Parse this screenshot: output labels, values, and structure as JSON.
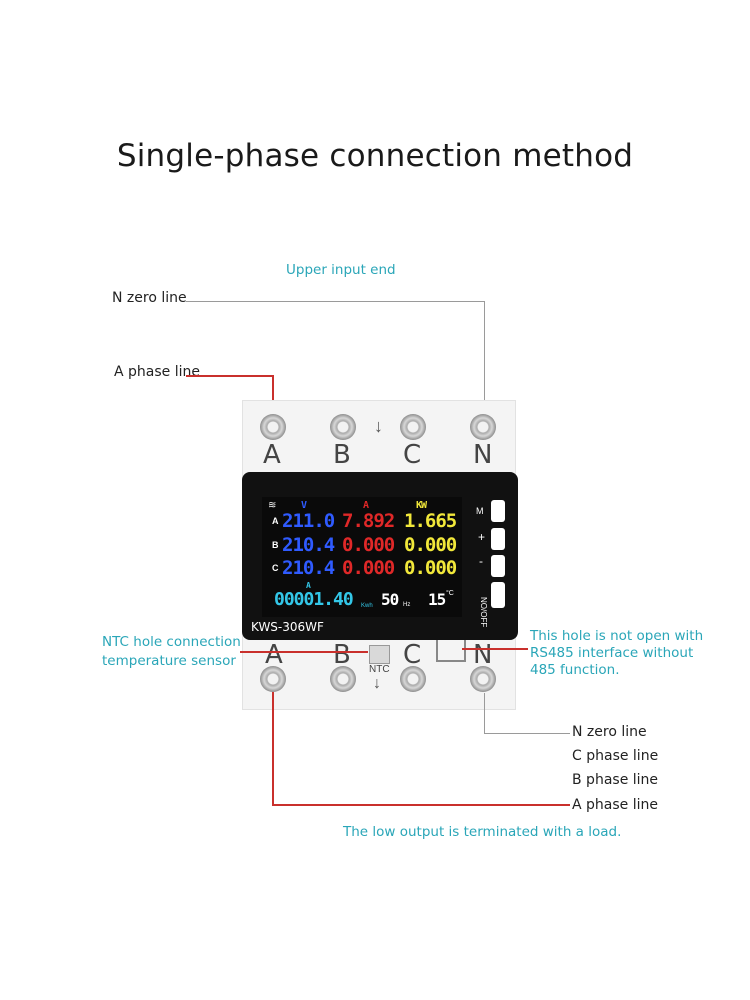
{
  "title": "Single-phase connection method",
  "labels": {
    "upper_input": "Upper input end",
    "n_zero_top": "N zero line",
    "a_phase_top": "A phase line",
    "ntc_line1": "NTC hole connection",
    "ntc_line2": "temperature sensor",
    "rs485_line1": "This hole is not open with",
    "rs485_line2": "RS485 interface without",
    "rs485_line3": "485 function.",
    "n_zero_bottom": "N zero line",
    "c_phase_bottom": "C phase line",
    "b_phase_bottom": "B phase line",
    "a_phase_bottom": "A phase line",
    "low_output": "The low output is terminated with a load."
  },
  "terminals": [
    "A",
    "B",
    "C",
    "N"
  ],
  "display": {
    "model": "KWS-306WF",
    "unit_v": "V",
    "unit_a": "A",
    "unit_kw": "KW",
    "phase_labels": [
      "A",
      "B",
      "C"
    ],
    "voltages": [
      "211.0",
      "210.4",
      "210.4"
    ],
    "currents": [
      "7.892",
      "0.000",
      "0.000"
    ],
    "powers": [
      "1.665",
      "0.000",
      "0.000"
    ],
    "energy": "00001.40",
    "energy_unit": "Kwh",
    "energy_header": "A",
    "frequency": "50",
    "frequency_unit": "Hz",
    "temperature": "15",
    "temperature_unit": "°C",
    "buttons": [
      "M",
      "+",
      "-",
      "NO/OFF"
    ],
    "ntc": "NTC"
  },
  "colors": {
    "wire_neutral": "#9a9a9a",
    "wire_phase": "#c9302c",
    "voltage_digits": "#2f5bff",
    "current_digits": "#e02828",
    "power_digits": "#f2e83a",
    "energy_digits": "#33c7e8",
    "annotation_teal": "#2aa6b8"
  }
}
